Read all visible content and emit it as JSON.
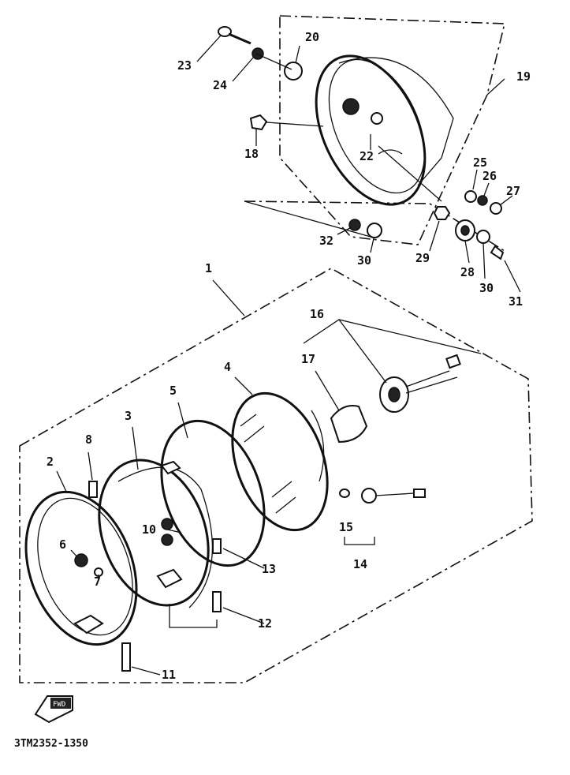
{
  "diagram": {
    "part_numbers": [
      "23",
      "24",
      "20",
      "19",
      "18",
      "22",
      "25",
      "26",
      "27",
      "32",
      "30",
      "29",
      "28",
      "30",
      "31",
      "1",
      "16",
      "17",
      "4",
      "5",
      "3",
      "8",
      "2",
      "10",
      "6",
      "7",
      "13",
      "12",
      "11",
      "15",
      "14"
    ],
    "fwd_label": "FWD",
    "drawing_code": "3TM2352-1350"
  }
}
